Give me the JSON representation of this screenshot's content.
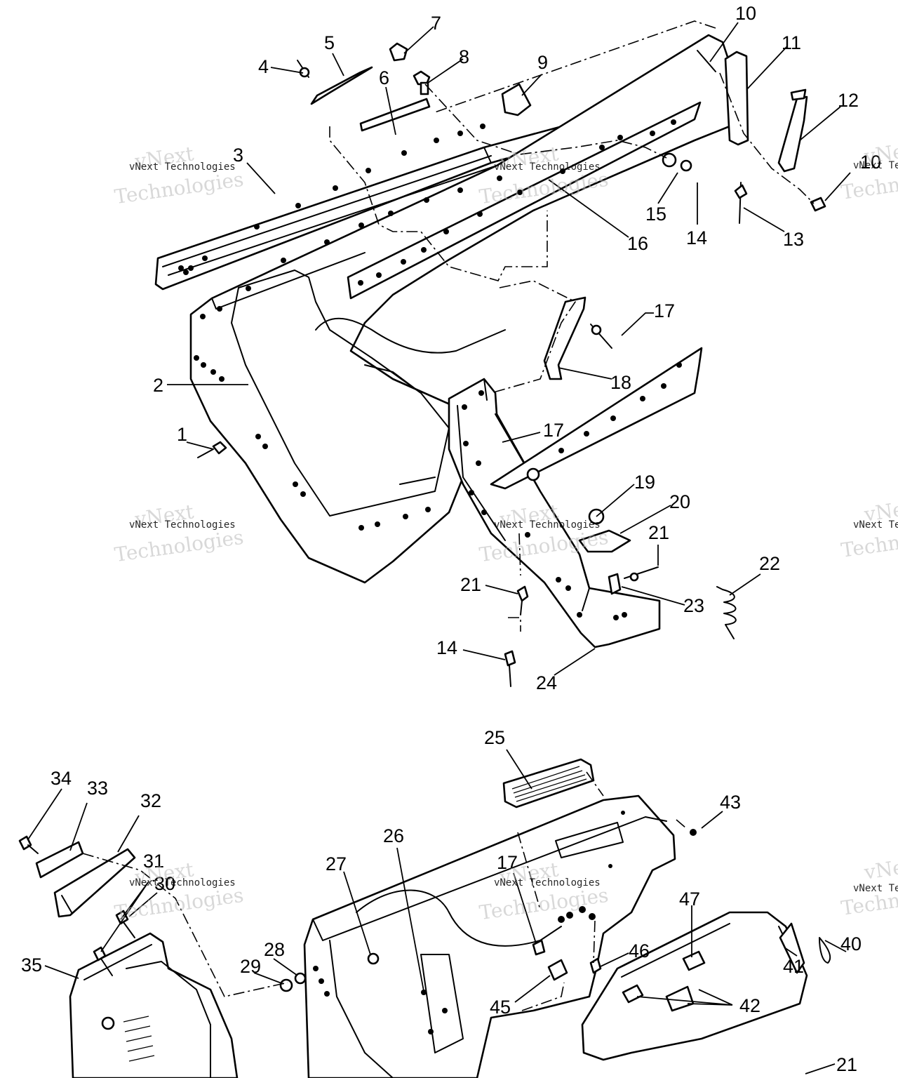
{
  "callouts": [
    {
      "id": "c1",
      "label": "1"
    },
    {
      "id": "c2",
      "label": "2"
    },
    {
      "id": "c3",
      "label": "3"
    },
    {
      "id": "c4",
      "label": "4"
    },
    {
      "id": "c5",
      "label": "5"
    },
    {
      "id": "c6",
      "label": "6"
    },
    {
      "id": "c7",
      "label": "7"
    },
    {
      "id": "c8",
      "label": "8"
    },
    {
      "id": "c9",
      "label": "9"
    },
    {
      "id": "c10a",
      "label": "10"
    },
    {
      "id": "c10b",
      "label": "10"
    },
    {
      "id": "c11",
      "label": "11"
    },
    {
      "id": "c12",
      "label": "12"
    },
    {
      "id": "c13",
      "label": "13"
    },
    {
      "id": "c14a",
      "label": "14"
    },
    {
      "id": "c14b",
      "label": "14"
    },
    {
      "id": "c15",
      "label": "15"
    },
    {
      "id": "c16",
      "label": "16"
    },
    {
      "id": "c17a",
      "label": "17"
    },
    {
      "id": "c17b",
      "label": "17"
    },
    {
      "id": "c17c",
      "label": "17"
    },
    {
      "id": "c18",
      "label": "18"
    },
    {
      "id": "c19",
      "label": "19"
    },
    {
      "id": "c20",
      "label": "20"
    },
    {
      "id": "c21a",
      "label": "21"
    },
    {
      "id": "c21b",
      "label": "21"
    },
    {
      "id": "c21c",
      "label": "21"
    },
    {
      "id": "c22",
      "label": "22"
    },
    {
      "id": "c23",
      "label": "23"
    },
    {
      "id": "c24",
      "label": "24"
    },
    {
      "id": "c25",
      "label": "25"
    },
    {
      "id": "c26",
      "label": "26"
    },
    {
      "id": "c27",
      "label": "27"
    },
    {
      "id": "c28",
      "label": "28"
    },
    {
      "id": "c29",
      "label": "29"
    },
    {
      "id": "c30",
      "label": "30"
    },
    {
      "id": "c31",
      "label": "31"
    },
    {
      "id": "c32",
      "label": "32"
    },
    {
      "id": "c33",
      "label": "33"
    },
    {
      "id": "c34",
      "label": "34"
    },
    {
      "id": "c35",
      "label": "35"
    },
    {
      "id": "c40",
      "label": "40"
    },
    {
      "id": "c41",
      "label": "41"
    },
    {
      "id": "c42",
      "label": "42"
    },
    {
      "id": "c43",
      "label": "43"
    },
    {
      "id": "c45",
      "label": "45"
    },
    {
      "id": "c46",
      "label": "46"
    },
    {
      "id": "c47",
      "label": "47"
    }
  ],
  "watermark": {
    "company": "vNext Technologies",
    "big_line1": "vNext",
    "big_line2": "Technologies"
  },
  "colors": {
    "ink": "#000000",
    "paper": "#ffffff",
    "watermark": "#b9b9b9"
  }
}
